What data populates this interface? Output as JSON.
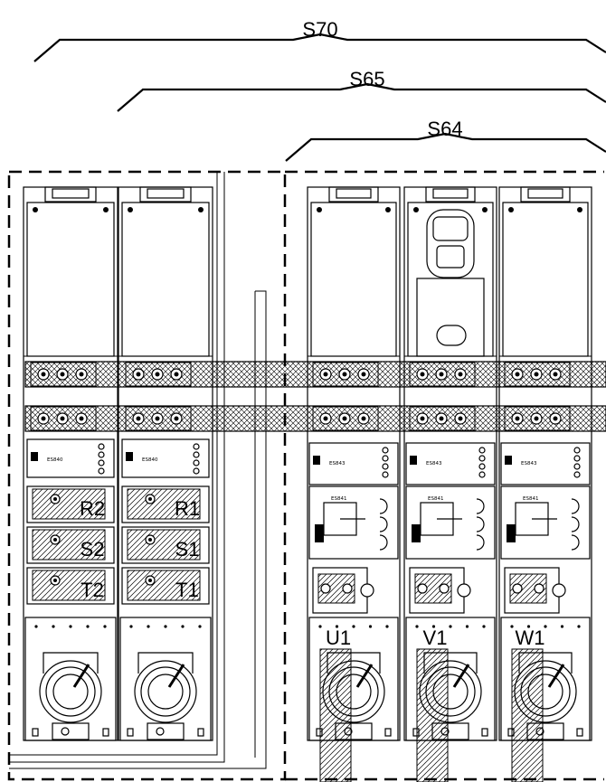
{
  "brackets": [
    {
      "label": "S70"
    },
    {
      "label": "S65"
    },
    {
      "label": "S64"
    }
  ],
  "supply_modules": [
    {
      "board": "ES840",
      "terminals": [
        "R2",
        "S2",
        "T2"
      ]
    },
    {
      "board": "ES840",
      "terminals": [
        "R1",
        "S1",
        "T1"
      ]
    }
  ],
  "inverter_modules": [
    {
      "board_top": "ES843",
      "board_bottom": "ES841",
      "output": "U1",
      "keypad": false
    },
    {
      "board_top": "ES843",
      "board_bottom": "ES841",
      "output": "V1",
      "keypad": true
    },
    {
      "board_top": "ES843",
      "board_bottom": "ES841",
      "output": "W1",
      "keypad": false
    }
  ],
  "colors": {
    "line": "#000000",
    "background": "#ffffff"
  }
}
